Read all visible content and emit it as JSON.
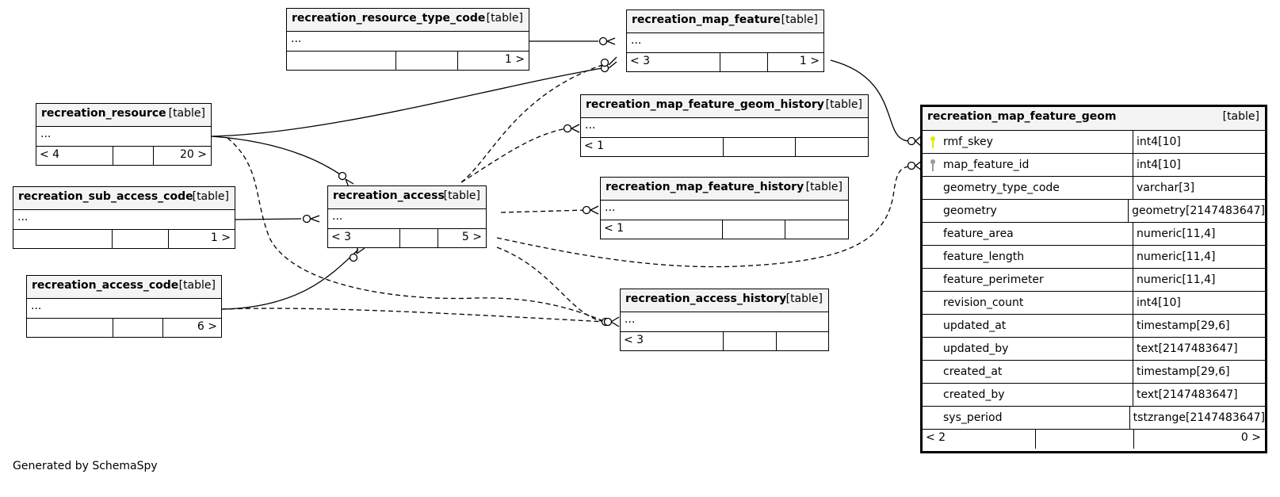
{
  "entities": {
    "rrtc": {
      "name": "recreation_resource_type_code",
      "tag": "[table]",
      "row": "...",
      "footer": [
        "",
        "",
        "1 >"
      ]
    },
    "rmf": {
      "name": "recreation_map_feature",
      "tag": "[table]",
      "row": "...",
      "footer": [
        "< 3",
        "",
        "1 >"
      ]
    },
    "rr": {
      "name": "recreation_resource",
      "tag": "[table]",
      "row": "...",
      "footer": [
        "< 4",
        "",
        "20 >"
      ]
    },
    "rmfgh": {
      "name": "recreation_map_feature_geom_history",
      "tag": "[table]",
      "row": "...",
      "footer": [
        "< 1",
        "",
        ""
      ]
    },
    "rsac": {
      "name": "recreation_sub_access_code",
      "tag": "[table]",
      "row": "...",
      "footer": [
        "",
        "",
        "1 >"
      ]
    },
    "ra": {
      "name": "recreation_access",
      "tag": "[table]",
      "row": "...",
      "footer": [
        "< 3",
        "",
        "5 >"
      ]
    },
    "rmfh": {
      "name": "recreation_map_feature_history",
      "tag": "[table]",
      "row": "...",
      "footer": [
        "< 1",
        "",
        ""
      ]
    },
    "rac": {
      "name": "recreation_access_code",
      "tag": "[table]",
      "row": "...",
      "footer": [
        "",
        "",
        "6 >"
      ]
    },
    "rah": {
      "name": "recreation_access_history",
      "tag": "[table]",
      "row": "...",
      "footer": [
        "< 3",
        "",
        ""
      ]
    }
  },
  "focus": {
    "name": "recreation_map_feature_geom",
    "tag": "[table]",
    "columns": [
      {
        "name": "rmf_skey",
        "type": "int4[10]",
        "key": "primary"
      },
      {
        "name": "map_feature_id",
        "type": "int4[10]",
        "key": "foreign"
      },
      {
        "name": "geometry_type_code",
        "type": "varchar[3]",
        "key": ""
      },
      {
        "name": "geometry",
        "type": "geometry[2147483647]",
        "key": ""
      },
      {
        "name": "feature_area",
        "type": "numeric[11,4]",
        "key": ""
      },
      {
        "name": "feature_length",
        "type": "numeric[11,4]",
        "key": ""
      },
      {
        "name": "feature_perimeter",
        "type": "numeric[11,4]",
        "key": ""
      },
      {
        "name": "revision_count",
        "type": "int4[10]",
        "key": ""
      },
      {
        "name": "updated_at",
        "type": "timestamp[29,6]",
        "key": ""
      },
      {
        "name": "updated_by",
        "type": "text[2147483647]",
        "key": ""
      },
      {
        "name": "created_at",
        "type": "timestamp[29,6]",
        "key": ""
      },
      {
        "name": "created_by",
        "type": "text[2147483647]",
        "key": ""
      },
      {
        "name": "sys_period",
        "type": "tstzrange[2147483647]",
        "key": ""
      }
    ],
    "footer": [
      "< 2",
      "",
      "0 >"
    ]
  },
  "colors": {
    "primary_key": "#e6e600",
    "foreign_key": "#9a9a9a",
    "header_bg": "#f4f4f4"
  },
  "generated_by": "Generated by SchemaSpy"
}
